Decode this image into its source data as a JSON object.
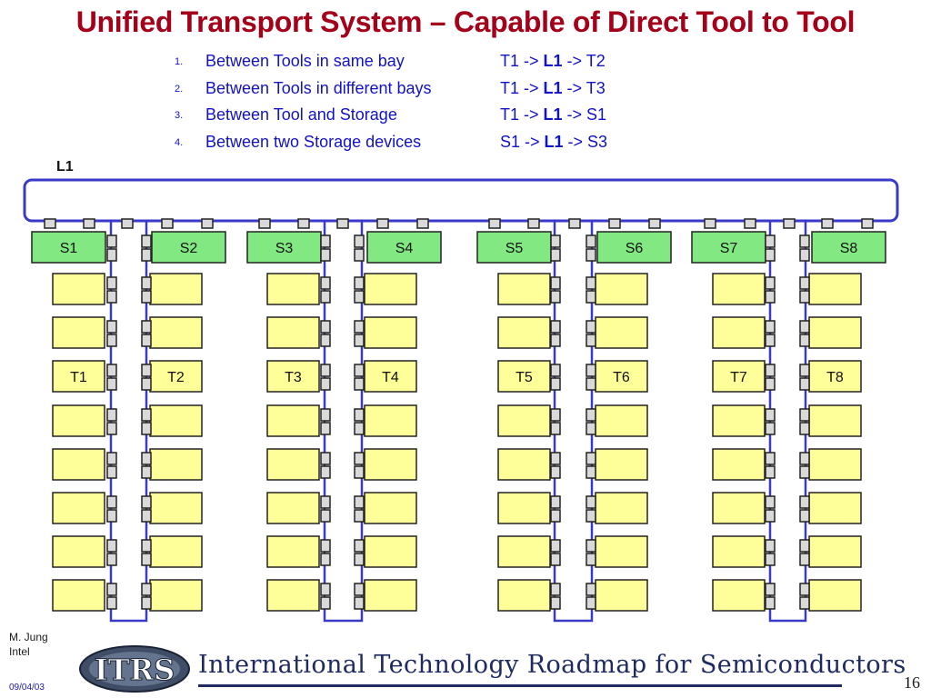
{
  "title": "Unified Transport System – Capable of Direct Tool to Tool",
  "cases": [
    {
      "num": "1.",
      "desc": "Between Tools in same bay",
      "route_start": "T1 -> ",
      "route_via": "L1",
      "route_end": " -> T2"
    },
    {
      "num": "2.",
      "desc": "Between Tools in different bays",
      "route_start": "T1 -> ",
      "route_via": "L1",
      "route_end": " -> T3"
    },
    {
      "num": "3.",
      "desc": "Between Tool and Storage",
      "route_start": "T1 -> ",
      "route_via": "L1",
      "route_end": " -> S1"
    },
    {
      "num": "4.",
      "desc": "Between two Storage devices",
      "route_start": "S1 -> ",
      "route_via": "L1",
      "route_end": " -> S3"
    }
  ],
  "diagram": {
    "loop_label": "L1",
    "storages": [
      "S1",
      "S2",
      "S3",
      "S4",
      "S5",
      "S6",
      "S7",
      "S8"
    ],
    "tools": [
      "T1",
      "T2",
      "T3",
      "T4",
      "T5",
      "T6",
      "T7",
      "T8"
    ]
  },
  "footer": {
    "author": "M. Jung",
    "org": "Intel",
    "date": "09/04/03",
    "page": "16",
    "logo_text": "ITRS",
    "org_name": "International Technology Roadmap for Semiconductors"
  },
  "colors": {
    "title": "#a4001a",
    "text_blue": "#1212c8",
    "loop": "#3a3ac8",
    "storage_fill": "#82e882",
    "tool_fill": "#ffff99"
  }
}
